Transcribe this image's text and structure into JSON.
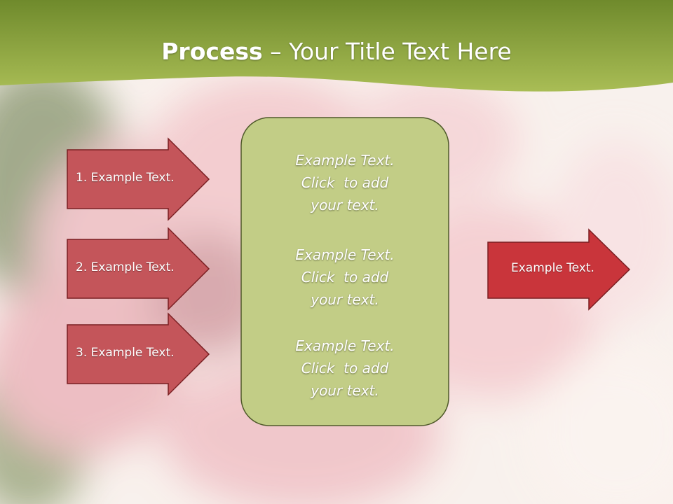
{
  "slide": {
    "title_bold": "Process",
    "title_rest": " – Your Title Text Here"
  },
  "left_arrows": [
    {
      "label": "1. Example Text."
    },
    {
      "label": "2. Example Text."
    },
    {
      "label": "3. Example Text."
    }
  ],
  "center_blocks": [
    {
      "lines": [
        "Example Text.",
        "Click  to add",
        "your text."
      ]
    },
    {
      "lines": [
        "Example Text.",
        "Click  to add",
        "your text."
      ]
    },
    {
      "lines": [
        "Example Text.",
        "Click  to add",
        "your text."
      ]
    }
  ],
  "right_arrow": {
    "label": "Example Text."
  },
  "colors": {
    "header_green": "#9db24e",
    "left_arrow_fill": "#c4555a",
    "right_arrow_fill": "#c9353b",
    "center_box_fill": "#c2cd86",
    "outline": "#7a1f22"
  }
}
